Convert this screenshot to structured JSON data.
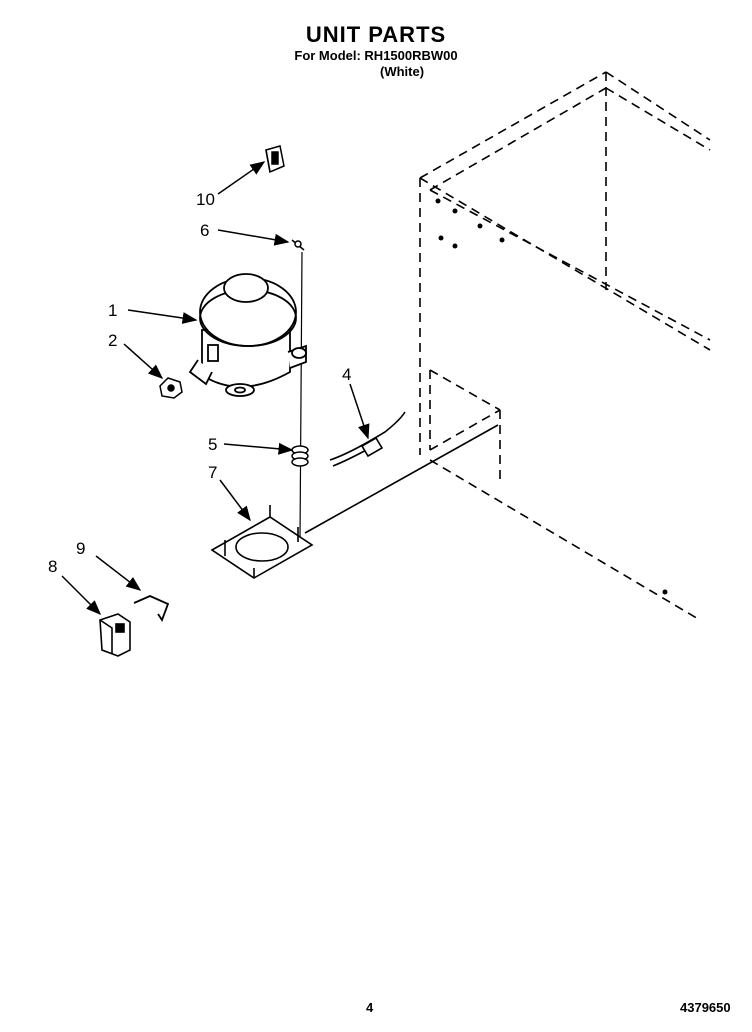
{
  "header": {
    "title": "UNIT PARTS",
    "model_line": "For Model: RH1500RBW00",
    "color_line": "(White)"
  },
  "callouts": [
    "1",
    "2",
    "4",
    "5",
    "6",
    "7",
    "8",
    "9",
    "10"
  ],
  "footer": {
    "page_number": "4",
    "document_number": "4379650"
  }
}
